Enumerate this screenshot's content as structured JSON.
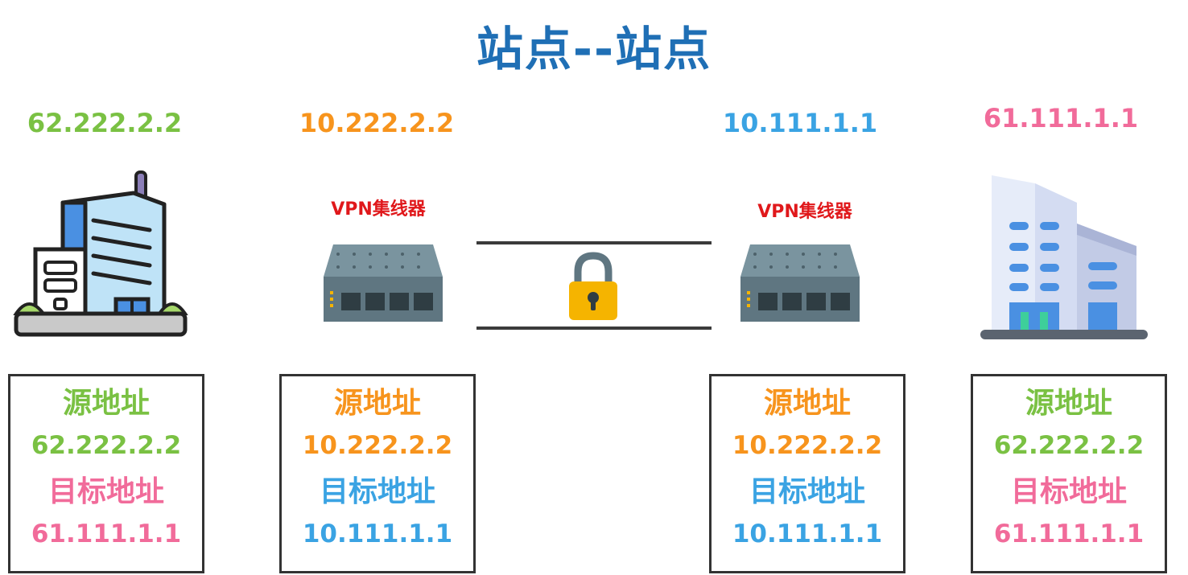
{
  "title": "站点--站点",
  "top_ips": {
    "site_a": "62.222.2.2",
    "hub_a": "10.222.2.2",
    "hub_b": "10.111.1.1",
    "site_b": "61.111.1.1"
  },
  "hub_label": "VPN集线器",
  "colors": {
    "title": "#1f6fb5",
    "green": "#7ac143",
    "orange": "#f7941d",
    "blue": "#3aa3e3",
    "pink": "#f16b9a",
    "hub_label": "#e0181b"
  },
  "packets": [
    {
      "src_label": "源地址",
      "src": "62.222.2.2",
      "dst_label": "目标地址",
      "dst": "61.111.1.1"
    },
    {
      "src_label": "源地址",
      "src": "10.222.2.2",
      "dst_label": "目标地址",
      "dst": "10.111.1.1"
    },
    {
      "src_label": "源地址",
      "src": "10.222.2.2",
      "dst_label": "目标地址",
      "dst": "10.111.1.1"
    },
    {
      "src_label": "源地址",
      "src": "62.222.2.2",
      "dst_label": "目标地址",
      "dst": "61.111.1.1"
    }
  ],
  "icons": [
    "office-building-icon",
    "vpn-hub-icon",
    "padlock-icon",
    "vpn-hub-icon",
    "office-building-icon"
  ]
}
